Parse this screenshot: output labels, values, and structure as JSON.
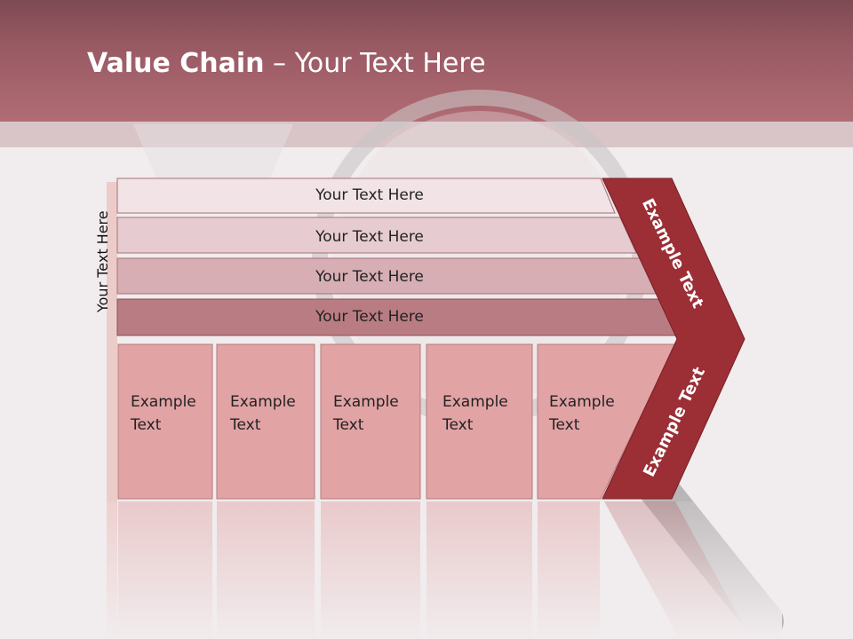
{
  "title": {
    "bold": "Value Chain",
    "rest": " – Your Text Here"
  },
  "side_label": "Your Text Here",
  "rows": [
    "Your Text Here",
    "Your Text Here",
    "Your Text Here",
    "Your Text Here"
  ],
  "chevron": {
    "upper": "Example Text",
    "lower": "Example Text"
  },
  "columns": [
    {
      "line1": "Example",
      "line2": "Text"
    },
    {
      "line1": "Example",
      "line2": "Text"
    },
    {
      "line1": "Example",
      "line2": "Text"
    },
    {
      "line1": "Example",
      "line2": "Text"
    },
    {
      "line1": "Example",
      "line2": "Text"
    }
  ],
  "colors": {
    "header": "#9a5a64",
    "row1": "#f2e4e6",
    "row2": "#e6ccd0",
    "row3": "#d6aeb4",
    "row4": "#b97c83",
    "column": "#e2a3a5",
    "chevron": "#9b2f35"
  },
  "icons": [
    "magnifying-glass-icon"
  ]
}
